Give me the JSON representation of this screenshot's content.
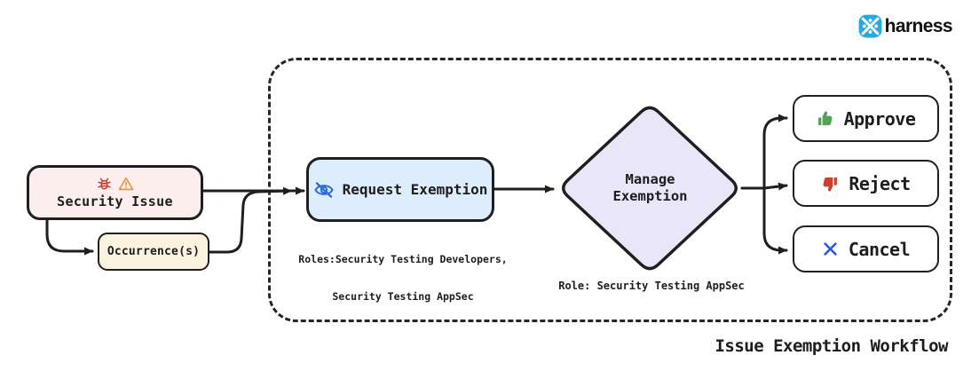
{
  "brand": {
    "name": "harness",
    "logo_icon": "harness-logo-icon",
    "logo_color": "#29a8e0"
  },
  "diagram": {
    "title": "Issue Exemption Workflow",
    "nodes": {
      "security_issue": {
        "label": "Security Issue",
        "icons": [
          "bug-icon",
          "warning-icon"
        ],
        "fill": "#fbeeec"
      },
      "occurrences": {
        "label": "Occurrence(s)",
        "fill": "#fbf2e0"
      },
      "request_exemption": {
        "label": "Request Exemption",
        "icon": "eye-off-icon",
        "fill": "#deedfb",
        "roles_line1": "Roles:Security Testing Developers,",
        "roles_line2": "Security Testing AppSec"
      },
      "manage_exemption": {
        "label_line1": "Manage",
        "label_line2": "Exemption",
        "fill": "#e8e6f8",
        "role_note": "Role: Security Testing AppSec"
      },
      "approve": {
        "label": "Approve",
        "icon": "thumbs-up-icon",
        "icon_color": "#54a254"
      },
      "reject": {
        "label": "Reject",
        "icon": "thumbs-down-icon",
        "icon_color": "#cd3f2e"
      },
      "cancel": {
        "label": "Cancel",
        "icon": "x-icon",
        "icon_color": "#2d5bdb"
      }
    },
    "colors": {
      "stroke": "#1f1f1f",
      "bug": "#d43d2a",
      "warning": "#e6953f",
      "eye_off": "#2b6bdb"
    }
  }
}
